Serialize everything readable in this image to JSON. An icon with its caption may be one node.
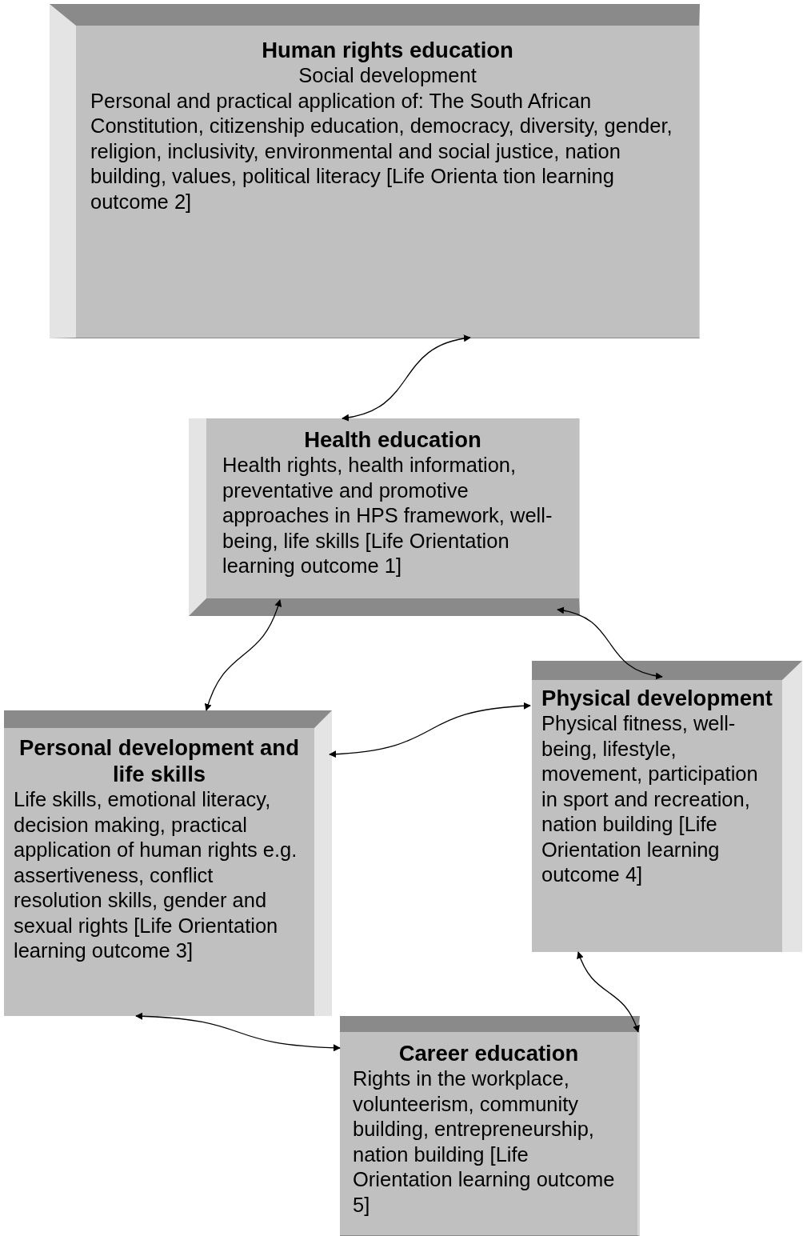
{
  "diagram": {
    "nodes": [
      {
        "text": [
          "Human rights education",
          "Social development",
          "Personal and practical application of: The South African Constitution, citizenship education, democracy, diversity, gender, religion, inclusivity, environmental and social justice, nation building, values, political literacy  [Life Orienta tion learning outcome 2]"
        ]
      },
      {
        "text": [
          "Health education",
          "Health rights, health information, preventative and promotive approaches in HPS framework, well-being, life skills [Life Orientation learning outcome 1]"
        ]
      },
      {
        "text": [
          "Personal development and life skills",
          "Life skills, emotional literacy, decision making, practical application of human rights e.g. assertiveness, conflict resolution skills, gender and sexual rights [Life Orientation learning outcome 3]"
        ]
      },
      {
        "text": [
          "Physical development",
          "Physical fitness, well-being, lifestyle, movement, participation in sport and recreation, nation building [Life Orientation learning outcome 4]"
        ]
      },
      {
        "text": [
          "Career education",
          "Rights in the workplace, volunteerism, community building, entrepreneurship, nation building [Life Orientation learning outcome 5]"
        ]
      }
    ],
    "edges": [
      {
        "from": 0,
        "to": 1,
        "arrow": "both"
      },
      {
        "from": 1,
        "to": 2,
        "arrow": "both"
      },
      {
        "from": 1,
        "to": 3,
        "arrow": "both"
      },
      {
        "from": 2,
        "to": 3,
        "arrow": "both"
      },
      {
        "from": 2,
        "to": 4,
        "arrow": "both"
      },
      {
        "from": 3,
        "to": 4,
        "arrow": "both"
      }
    ]
  }
}
